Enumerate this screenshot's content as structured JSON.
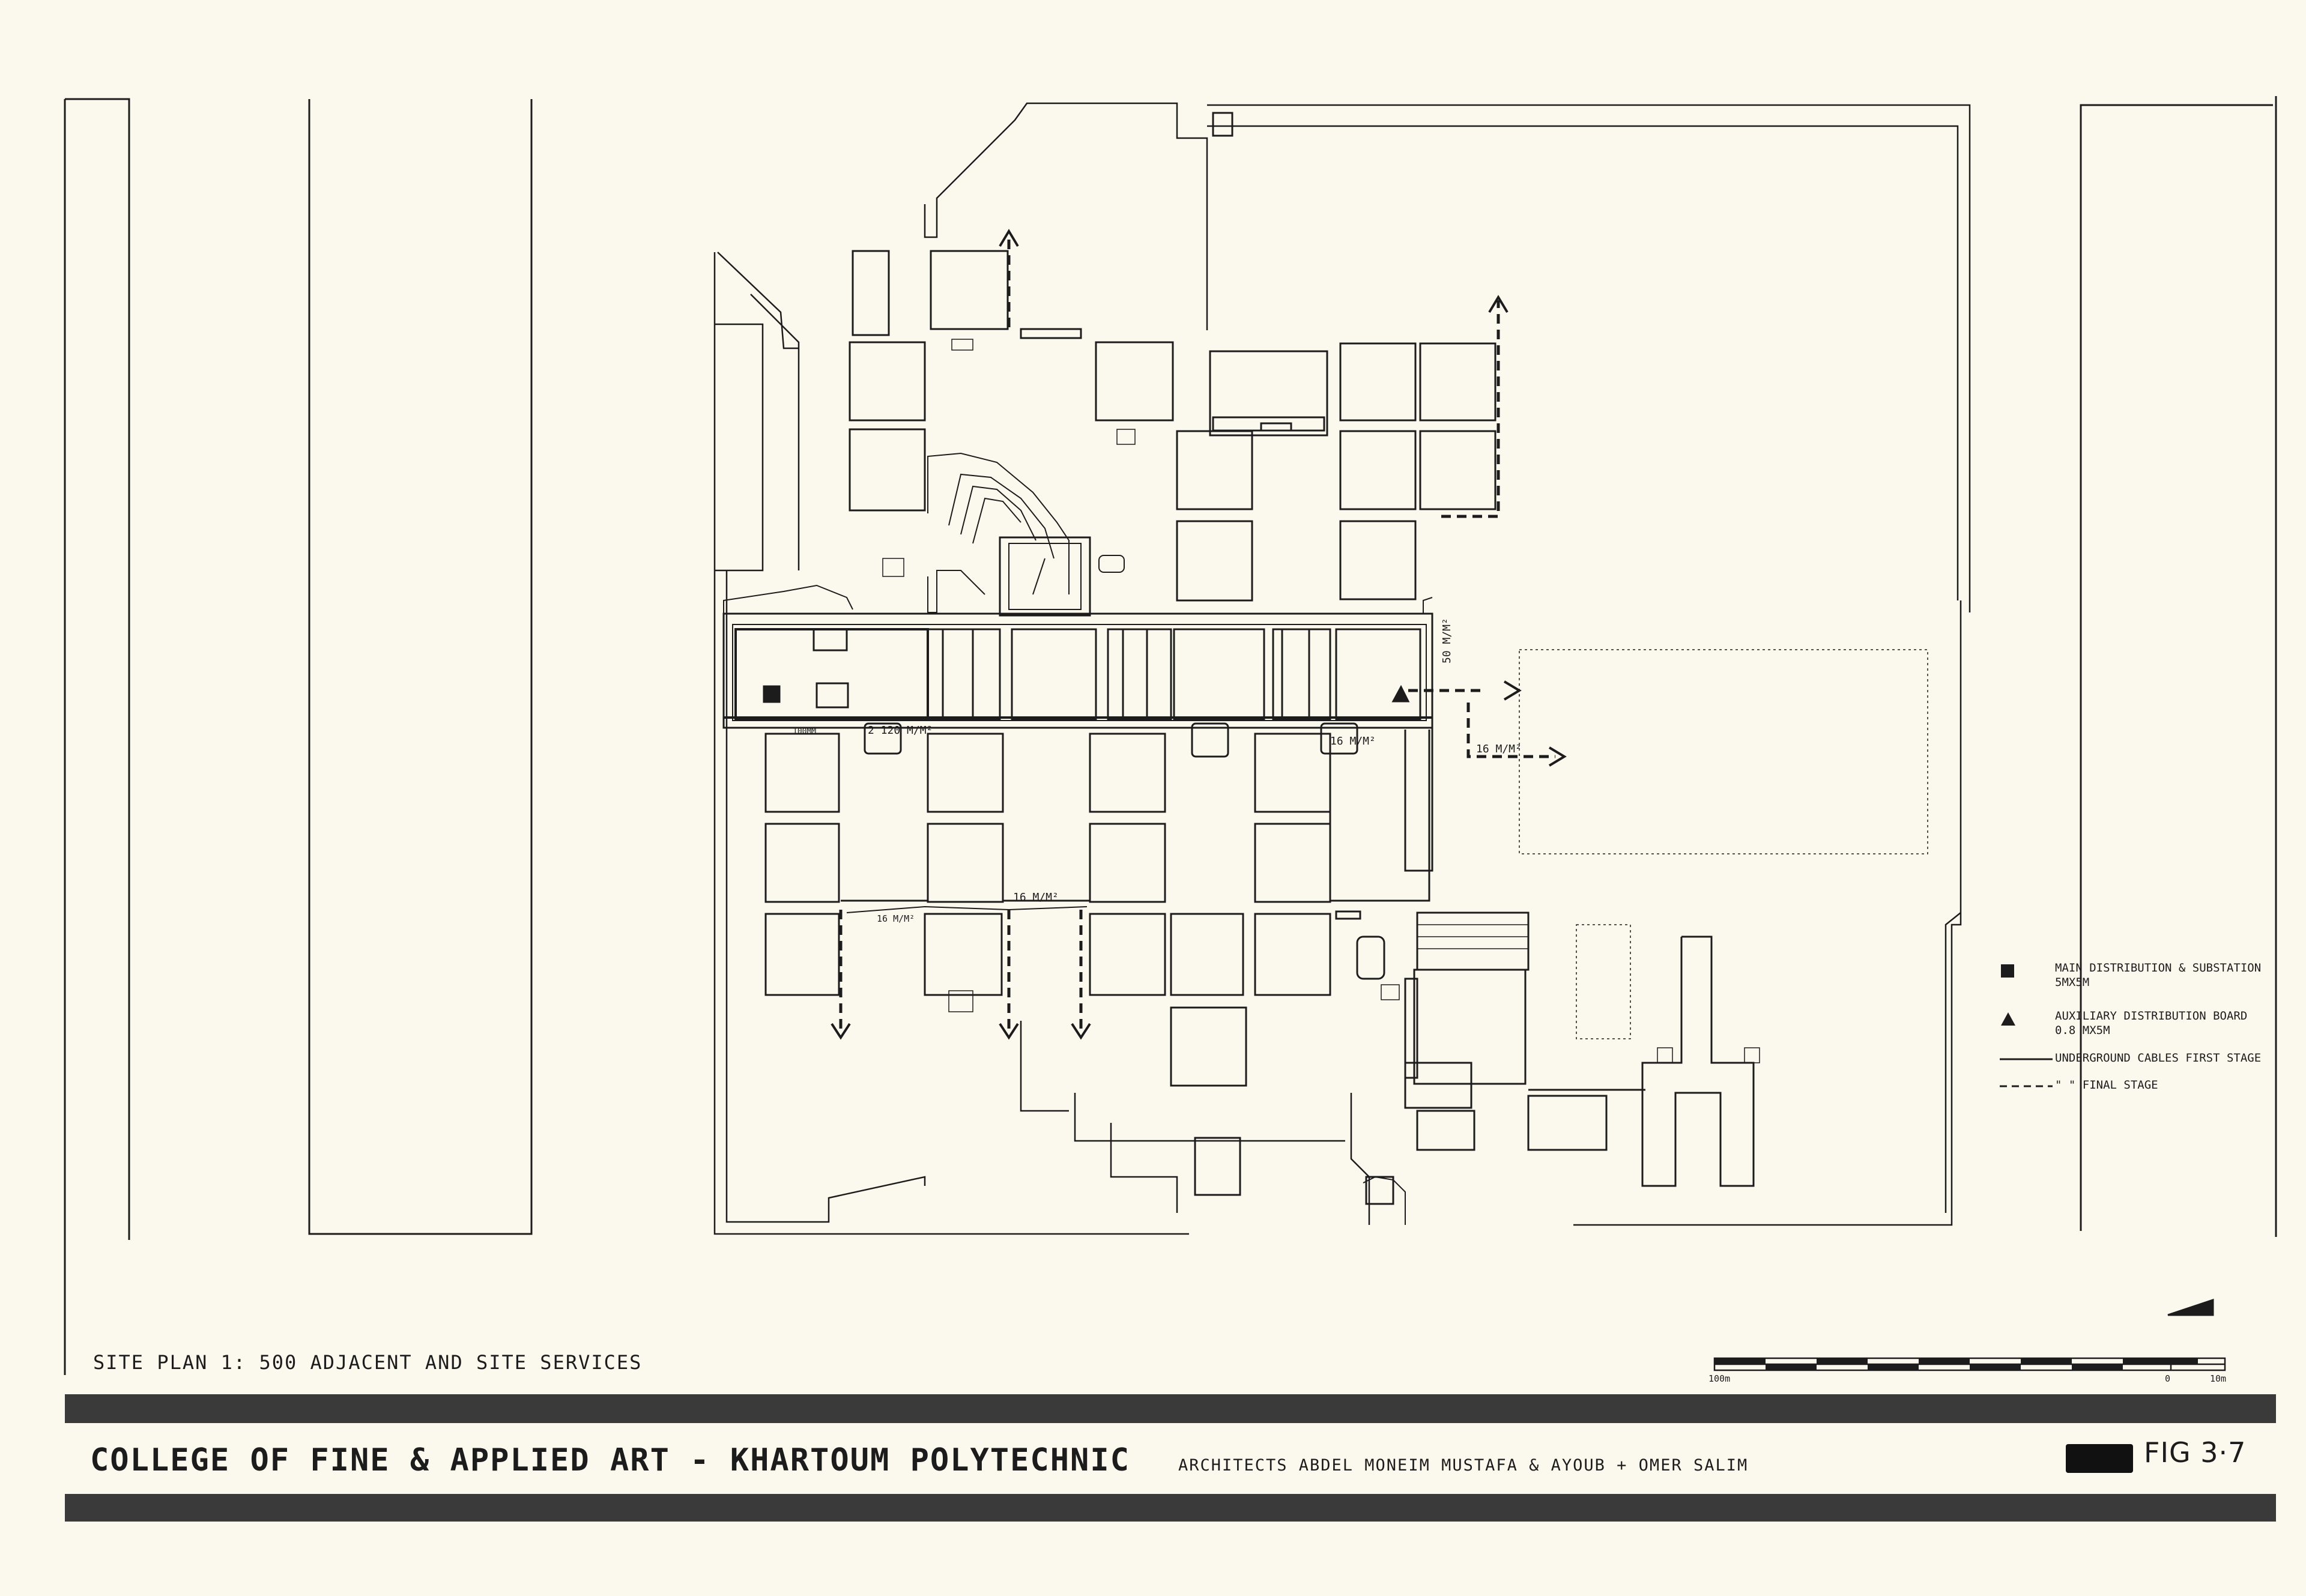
{
  "caption": "SITE PLAN   1: 500   ADJACENT AND SITE SERVICES",
  "title": "COLLEGE OF FINE & APPLIED ART - KHARTOUM POLYTECHNIC",
  "architects": "ARCHITECTS   ABDEL MONEIM MUSTAFA  &  AYOUB + OMER SALIM",
  "figure": "FIG 3·7",
  "cable_labels": {
    "main_120": "2  120 M/M²",
    "label_50": "50 M/M²",
    "label_16_east": "16 M/M²",
    "label_16_board": "16 M/M²",
    "label_16_south": "16 M/M²",
    "label_16_sw": "16 M/M²",
    "label_small": "100MM"
  },
  "legend": {
    "items": [
      {
        "label": "MAIN DISTRIBUTION & SUBSTATION\n5MX5M",
        "symbol": "filled-square-icon"
      },
      {
        "label": "AUXILIARY DISTRIBUTION BOARD\n0.8 MX5M",
        "symbol": "triangle-icon"
      },
      {
        "label": "UNDERGROUND CABLES  FIRST STAGE",
        "symbol": "solid-line-icon"
      },
      {
        "label": "\"          \"        FINAL STAGE",
        "symbol": "dashed-line-icon"
      }
    ]
  },
  "scale_bar": {
    "left_label": "100m",
    "zero_label": "0",
    "right_label": "10m"
  },
  "colors": {
    "paper": "#fbf9ee",
    "ink": "#1c1c1c",
    "band": "#3a3a3a"
  }
}
